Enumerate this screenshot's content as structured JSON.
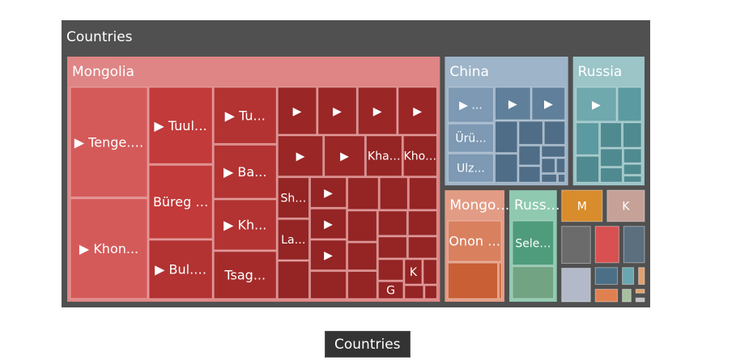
{
  "chart_data": {
    "type": "treemap",
    "title": "Countries",
    "root": {
      "name": "Countries",
      "children": [
        {
          "name": "Mongolia",
          "color": "#df8585",
          "children": [
            {
              "name": "▶ Tenge...",
              "value": 90,
              "color": "#d45a5a"
            },
            {
              "name": "▶ Khon...",
              "value": 82,
              "color": "#d45a5a"
            },
            {
              "name": "▶ Tuuli...",
              "value": 52,
              "color": "#c23a3a"
            },
            {
              "name": "Büreg E...",
              "value": 50,
              "color": "#c23a3a"
            },
            {
              "name": "▶ Bul...",
              "value": 40,
              "color": "#b33232"
            },
            {
              "name": "▶ Tu...",
              "value": 38,
              "color": "#b33232"
            },
            {
              "name": "▶ Ba...",
              "value": 36,
              "color": "#b33232"
            },
            {
              "name": "▶ Kh...",
              "value": 34,
              "color": "#b33232"
            },
            {
              "name": "Tsag...",
              "value": 32,
              "color": "#a52b2b"
            },
            {
              "name": "▶",
              "value": 20,
              "color": "#9a2626"
            },
            {
              "name": "▶",
              "value": 20,
              "color": "#9a2626"
            },
            {
              "name": "▶",
              "value": 20,
              "color": "#9a2626"
            },
            {
              "name": "▶",
              "value": 20,
              "color": "#9a2626"
            },
            {
              "name": "▶",
              "value": 20,
              "color": "#9a2626"
            },
            {
              "name": "▶",
              "value": 18,
              "color": "#9a2626"
            },
            {
              "name": "Kha...",
              "value": 16,
              "color": "#952424"
            },
            {
              "name": "Kho...",
              "value": 15,
              "color": "#952424"
            },
            {
              "name": "Shü...",
              "value": 14,
              "color": "#952424"
            },
            {
              "name": "Lak...",
              "value": 14,
              "color": "#952424"
            },
            {
              "name": "",
              "value": 13,
              "color": "#952424"
            },
            {
              "name": "▶",
              "value": 12,
              "color": "#952424"
            },
            {
              "name": "▶",
              "value": 12,
              "color": "#952424"
            },
            {
              "name": "▶",
              "value": 12,
              "color": "#952424"
            },
            {
              "name": "",
              "value": 11,
              "color": "#952424"
            },
            {
              "name": "",
              "value": 11,
              "color": "#952424"
            },
            {
              "name": "",
              "value": 10,
              "color": "#952424"
            },
            {
              "name": "",
              "value": 10,
              "color": "#952424"
            },
            {
              "name": "",
              "value": 10,
              "color": "#952424"
            },
            {
              "name": "",
              "value": 9,
              "color": "#952424"
            },
            {
              "name": "",
              "value": 9,
              "color": "#952424"
            },
            {
              "name": "",
              "value": 8,
              "color": "#952424"
            },
            {
              "name": "",
              "value": 8,
              "color": "#952424"
            },
            {
              "name": "",
              "value": 7,
              "color": "#952424"
            },
            {
              "name": "",
              "value": 7,
              "color": "#952424"
            },
            {
              "name": "",
              "value": 6,
              "color": "#952424"
            },
            {
              "name": "G",
              "value": 5,
              "color": "#952424"
            },
            {
              "name": "K",
              "value": 5,
              "color": "#952424"
            },
            {
              "name": "",
              "value": 4,
              "color": "#952424"
            },
            {
              "name": "",
              "value": 3,
              "color": "#952424"
            },
            {
              "name": "",
              "value": 2,
              "color": "#952424"
            }
          ]
        },
        {
          "name": "China",
          "color": "#9eb4c8",
          "children": [
            {
              "name": "▶ ...",
              "value": 22,
              "color": "#7d99b3"
            },
            {
              "name": "Ürü...",
              "value": 18,
              "color": "#7d99b3"
            },
            {
              "name": "Ulz...",
              "value": 18,
              "color": "#7d99b3"
            },
            {
              "name": "▶",
              "value": 16,
              "color": "#5f7f9a"
            },
            {
              "name": "▶",
              "value": 15,
              "color": "#5f7f9a"
            },
            {
              "name": "",
              "value": 10,
              "color": "#4f6d87"
            },
            {
              "name": "",
              "value": 9,
              "color": "#4f6d87"
            },
            {
              "name": "",
              "value": 8,
              "color": "#4f6d87"
            },
            {
              "name": "",
              "value": 7,
              "color": "#4f6d87"
            },
            {
              "name": "",
              "value": 6,
              "color": "#4f6d87"
            },
            {
              "name": "",
              "value": 5,
              "color": "#4f6d87"
            },
            {
              "name": "",
              "value": 4,
              "color": "#4f6d87"
            },
            {
              "name": "",
              "value": 3,
              "color": "#4f6d87"
            },
            {
              "name": "",
              "value": 2,
              "color": "#4f6d87"
            },
            {
              "name": "",
              "value": 2,
              "color": "#4f6d87"
            },
            {
              "name": "",
              "value": 1,
              "color": "#4f6d87"
            }
          ]
        },
        {
          "name": "Russia",
          "color": "#9cc5c8",
          "children": [
            {
              "name": "▶",
              "value": 20,
              "color": "#6fa8ad"
            },
            {
              "name": "",
              "value": 12,
              "color": "#5a9aa0"
            },
            {
              "name": "",
              "value": 11,
              "color": "#5a9aa0"
            },
            {
              "name": "",
              "value": 9,
              "color": "#4e8a8f"
            },
            {
              "name": "",
              "value": 8,
              "color": "#4e8a8f"
            },
            {
              "name": "",
              "value": 7,
              "color": "#4e8a8f"
            },
            {
              "name": "",
              "value": 6,
              "color": "#4e8a8f"
            },
            {
              "name": "",
              "value": 5,
              "color": "#4e8a8f"
            },
            {
              "name": "",
              "value": 4,
              "color": "#4e8a8f"
            },
            {
              "name": "",
              "value": 3,
              "color": "#4e8a8f"
            },
            {
              "name": "",
              "value": 2,
              "color": "#4e8a8f"
            }
          ]
        },
        {
          "name": "Mongoli...",
          "color": "#e29c85",
          "children": [
            {
              "name": "Onon ...",
              "value": 34,
              "color": "#d9805f"
            },
            {
              "name": "",
              "value": 28,
              "color": "#c95f35"
            },
            {
              "name": "",
              "value": 2,
              "color": "#c95f35"
            }
          ]
        },
        {
          "name": "Russia...",
          "color": "#8fc9b0",
          "children": [
            {
              "name": "Sele...",
              "value": 30,
              "color": "#4e9c7c"
            },
            {
              "name": "",
              "value": 22,
              "color": "#72a383"
            }
          ]
        },
        {
          "name": "M",
          "value": 14,
          "color": "#d98c2b"
        },
        {
          "name": "K",
          "value": 13,
          "color": "#c6a198"
        },
        {
          "name": "",
          "value": 12,
          "color": "#6b6b6b"
        },
        {
          "name": "",
          "value": 11,
          "color": "#b3b9c9"
        },
        {
          "name": "",
          "value": 10,
          "color": "#d95050"
        },
        {
          "name": "",
          "value": 9,
          "color": "#5b6f7f"
        },
        {
          "name": "",
          "value": 5,
          "color": "#4a6f86"
        },
        {
          "name": "",
          "value": 4,
          "color": "#e08050"
        },
        {
          "name": "",
          "value": 3,
          "color": "#6aa6b0"
        },
        {
          "name": "",
          "value": 2,
          "color": "#e3a070"
        },
        {
          "name": "",
          "value": 2,
          "color": "#a8c0a0"
        },
        {
          "name": "",
          "value": 1,
          "color": "#e6a36a"
        },
        {
          "name": "",
          "value": 1,
          "color": "#c0c0c0"
        }
      ]
    }
  },
  "breadcrumb": {
    "label": "Countries"
  },
  "colors": {
    "frame": "#505050",
    "border": "#555555"
  }
}
